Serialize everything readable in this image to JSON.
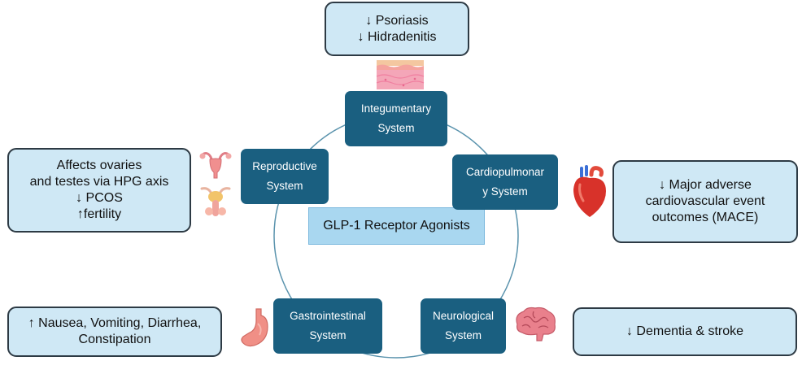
{
  "center": {
    "title": "GLP-1 Receptor Agonists"
  },
  "systems": {
    "integumentary": "Integumentary\nSystem",
    "reproductive": "Reproductive\nSystem",
    "cardiopulmonary": "Cardiopulmonar\ny System",
    "gastrointestinal": "Gastrointestinal\nSystem",
    "neurological": "Neurological\nSystem"
  },
  "effects": {
    "integumentary": "↓ Psoriasis\n↓ Hidradenitis",
    "reproductive": "Affects ovaries\nand testes via HPG axis\n↓ PCOS\n↑fertility",
    "cardiopulmonary": "↓ Major adverse\ncardiovascular event\noutcomes (MACE)",
    "gastrointestinal": "↑ Nausea, Vomiting, Diarrhea,\nConstipation",
    "neurological": "↓ Dementia & stroke"
  },
  "icons": [
    "skin-icon",
    "uterus-icon",
    "male-reproductive-icon",
    "heart-icon",
    "stomach-icon",
    "brain-icon"
  ],
  "colors": {
    "system_box": "#1a5f80",
    "effect_box": "#cfe8f5",
    "center_box": "#a9d7f0",
    "ring": "#5a93ad"
  }
}
